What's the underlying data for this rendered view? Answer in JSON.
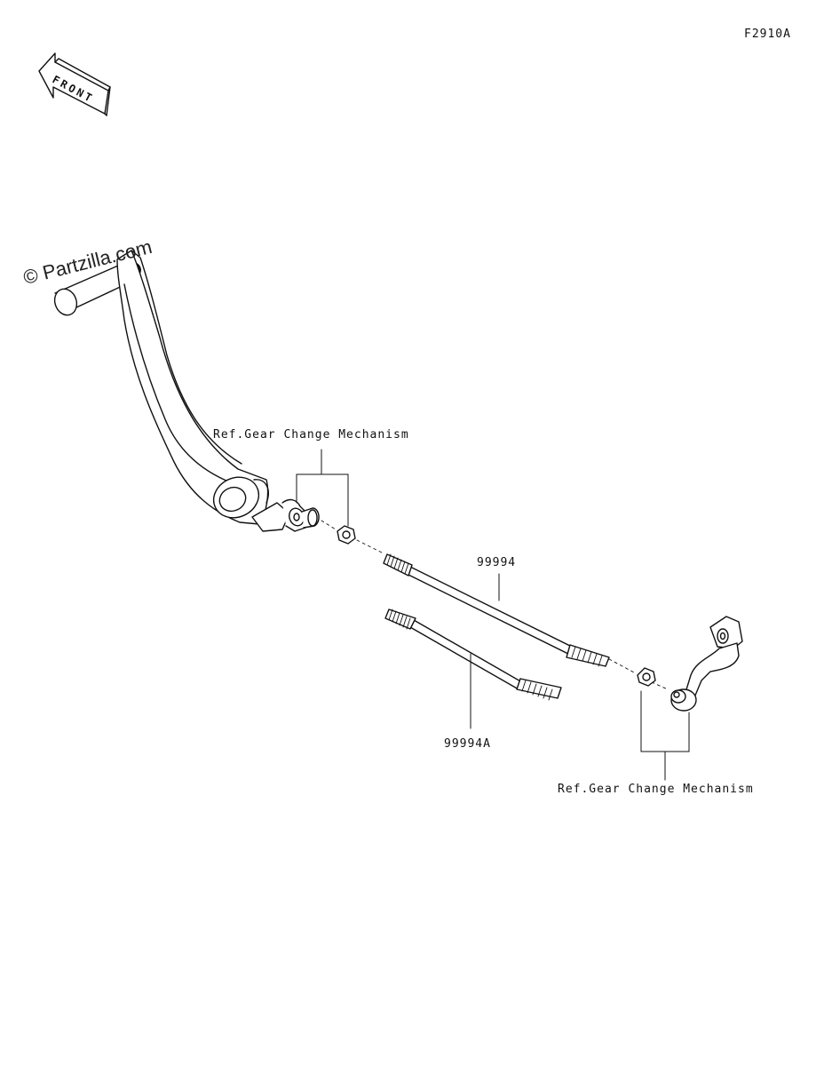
{
  "diagram_code": "F2910A",
  "front_label": "FRONT",
  "watermark": "© Partzilla.com",
  "callouts": {
    "ref_upper": "Ref.Gear Change Mechanism",
    "ref_lower": "Ref.Gear Change Mechanism",
    "part_rod": "99994",
    "part_rod_a": "99994A"
  },
  "colors": {
    "line": "#111111",
    "fill": "#ffffff"
  }
}
